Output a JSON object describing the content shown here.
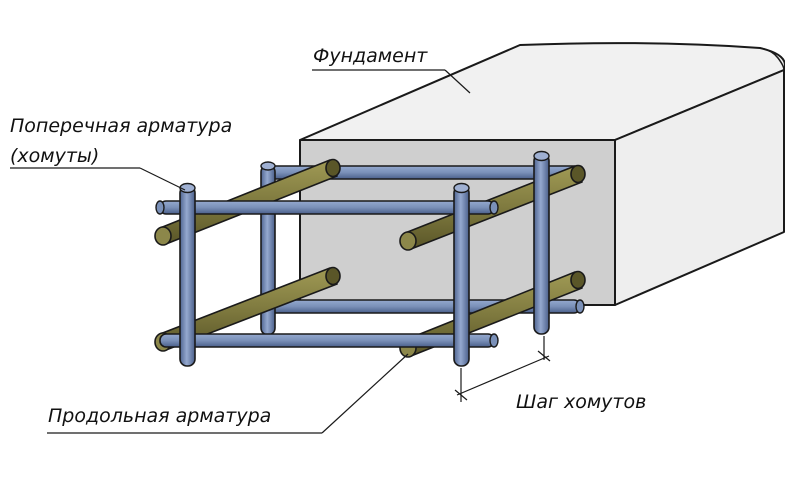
{
  "labels": {
    "foundation": "Фундамент",
    "transverse_line1": "Поперечная арматура",
    "transverse_line2": "(хомуты)",
    "longitudinal": "Продольная арматура",
    "stirrup_step": "Шаг хомутов"
  },
  "colors": {
    "concrete_top": "#f0f0f0",
    "concrete_front": "#cfcfcf",
    "concrete_side": "#eeeeee",
    "stirrup_fill": "#7a90b8",
    "stirrup_dark": "#3a4f7a",
    "rebar_fill": "#7f7a3f",
    "rebar_dark": "#3b3815",
    "outline": "#1a1a1a"
  }
}
